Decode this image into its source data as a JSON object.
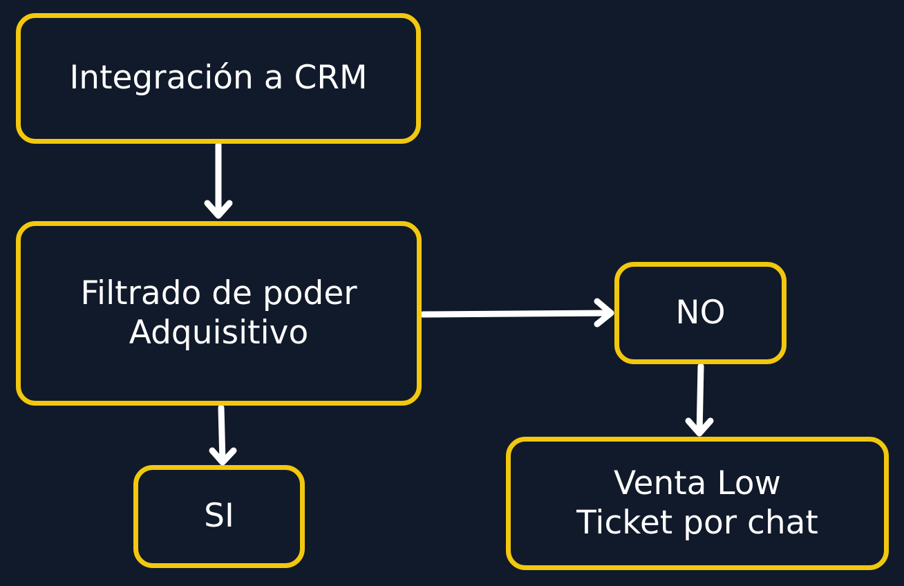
{
  "colors": {
    "background": "#111a2a",
    "node_border": "#f2c80f",
    "text": "#ffffff",
    "arrow": "#ffffff"
  },
  "nodes": {
    "crm": {
      "lines": [
        "Integración a CRM"
      ]
    },
    "filter": {
      "lines": [
        "Filtrado de poder",
        "Adquisitivo"
      ]
    },
    "no": {
      "lines": [
        "NO"
      ]
    },
    "si": {
      "lines": [
        "SI"
      ]
    },
    "sale": {
      "lines": [
        "Venta Low",
        "Ticket por chat"
      ]
    }
  },
  "edges": [
    {
      "from": "crm",
      "to": "filter"
    },
    {
      "from": "filter",
      "to": "no"
    },
    {
      "from": "filter",
      "to": "si"
    },
    {
      "from": "no",
      "to": "sale"
    }
  ]
}
